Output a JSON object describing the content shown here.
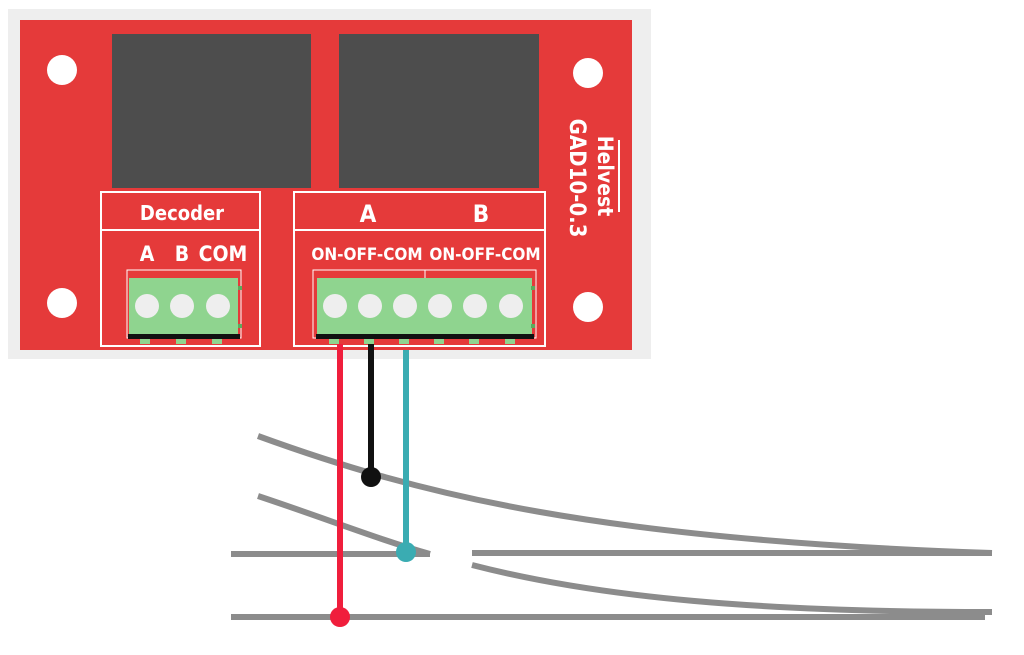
{
  "board": {
    "brand": "Helvest",
    "model": "GAD10-0.3",
    "decoder_block": {
      "title": "Decoder",
      "pins": [
        "A",
        "B",
        "COM"
      ]
    },
    "output_block": {
      "channel_a": "A",
      "channel_b": "B",
      "pin_label_a": "ON-OFF-COM",
      "pin_label_b": "ON-OFF-COM"
    }
  },
  "colors": {
    "pcb": "#e53a3a",
    "pcb_border": "#eeeeee",
    "relay": "#4d4d4d",
    "terminal": "#8fd48f",
    "terminal_dark": "#5cab5c",
    "rail": "#8c8c8c",
    "wire_red": "#f01e3c",
    "wire_black": "#111111",
    "wire_cyan": "#3aacb2"
  }
}
